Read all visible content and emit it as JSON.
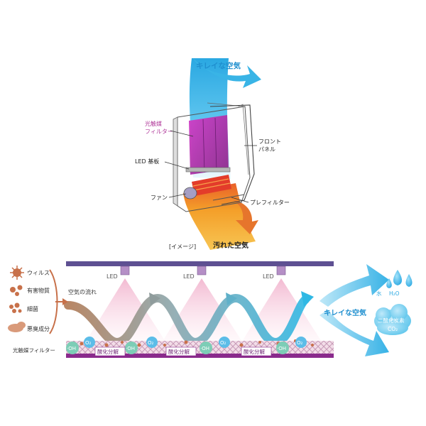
{
  "top": {
    "clean_air": "キレイな空気",
    "dirty_air": "汚れた空気",
    "photocatalyst_line1": "光触媒",
    "photocatalyst_line2": "フィルター",
    "led_board": "LED 基板",
    "fan": "ファン",
    "front_line1": "フロント",
    "front_line2": "パネル",
    "prefilter": "プレフィルター",
    "image_note": "[イメージ]"
  },
  "bottom": {
    "pollutants": [
      "ウィルス",
      "有害物質",
      "細菌",
      "悪臭成分"
    ],
    "airflow": "空気の流れ",
    "led": "LED",
    "photocatalyst_filter": "光触媒フィルター",
    "decomposition": "酸化分解",
    "oh": "·OH",
    "o2": "O₂",
    "clean_air": "キレイな空気",
    "water": "水",
    "h2o": "H₂O",
    "co2_name": "二酸化炭素",
    "co2": "CO₂"
  },
  "colors": {
    "clean_blue": "#39b4e6",
    "warm_orange": "#f39a1e",
    "filter_purple": "#8a2a8c",
    "brown_particle": "#c8714a",
    "label_magenta": "#b0399a",
    "rail": "#6b5a8c"
  }
}
